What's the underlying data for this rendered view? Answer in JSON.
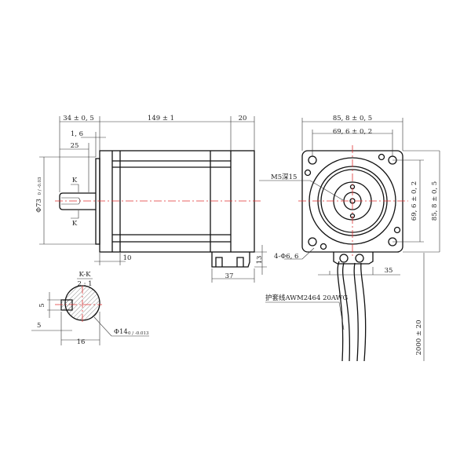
{
  "side_view": {
    "overall_shaft": "34 ± 0, 5",
    "body_length": "149 ± 1",
    "rear": "20",
    "flange_step": "1, 6",
    "key_length": "25",
    "section_mark": "K",
    "pilot_dia": "Φ73",
    "pilot_tol": "0 / -0.03",
    "flange_depth": "10",
    "connector_height": "13",
    "connector_width": "37"
  },
  "section": {
    "title": "K-K",
    "scale": "2 : 1",
    "key_width": "5",
    "key_depth": "5",
    "shaft_flat": "16",
    "shaft_dia": "Φ14",
    "shaft_tol": "0 / -0.013"
  },
  "front_view": {
    "width": "85, 8 ± 0, 5",
    "hole_pitch": "69, 6 ± 0, 2",
    "thread": "M5深15",
    "hole_pitch_v": "69, 6 ± 0, 2",
    "height_v": "85, 8 ± 0, 5",
    "mount_holes": "4-Φ6, 6",
    "cable_offset": "35",
    "cable_label": "护套线AWM2464 20AWG",
    "cable_length": "2000 ± 20"
  },
  "colors": {
    "line": "#111111",
    "centerline": "#e03030"
  }
}
